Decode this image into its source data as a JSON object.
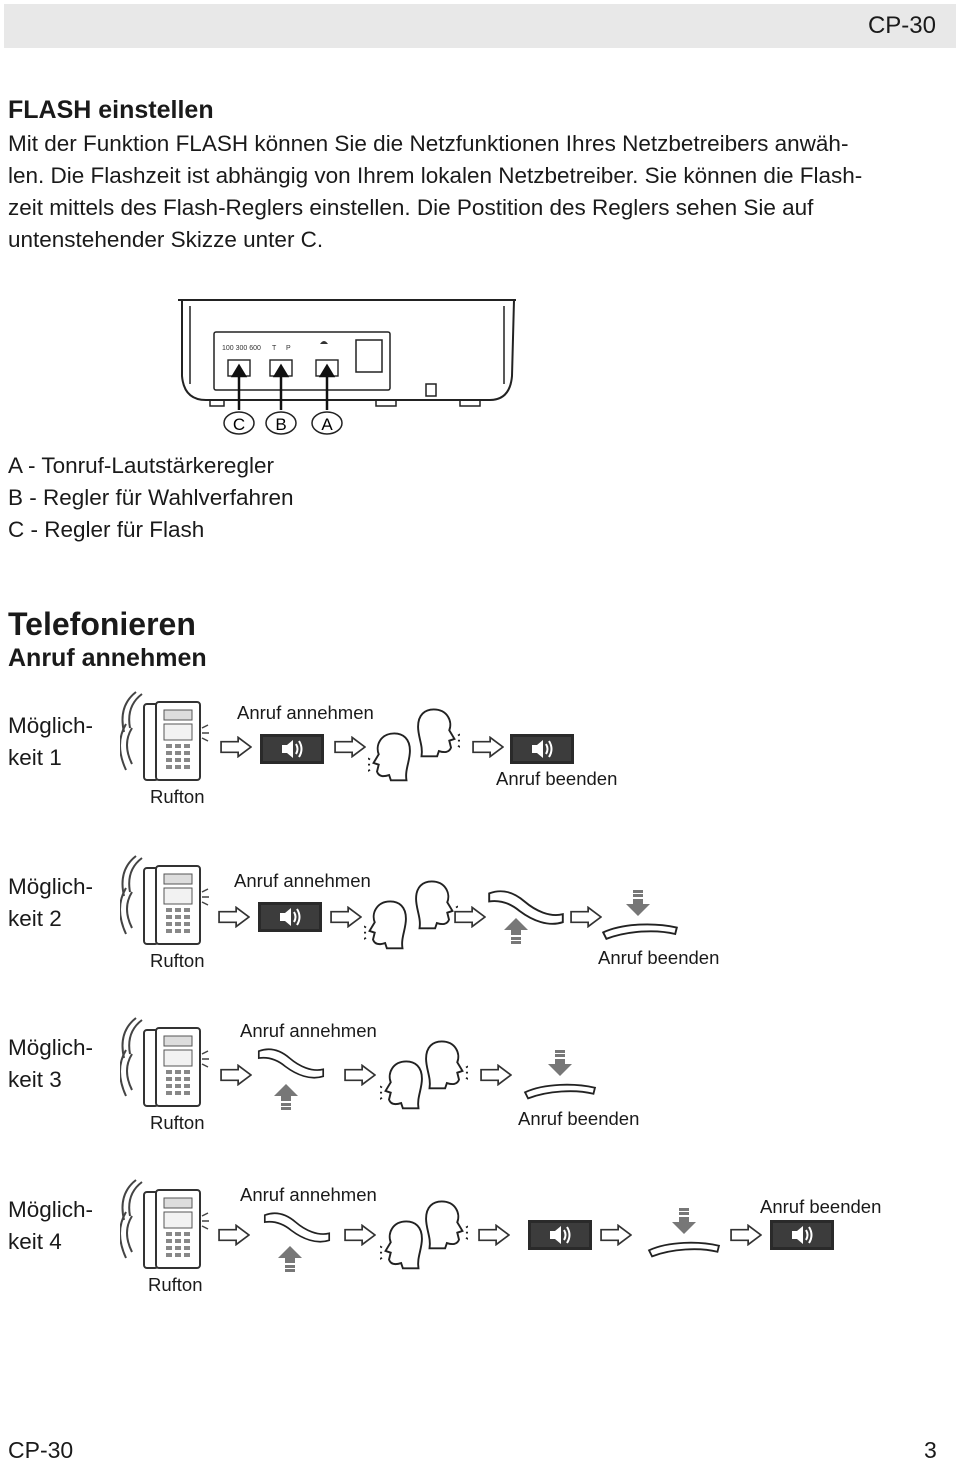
{
  "header": {
    "title": "CP-30"
  },
  "flash": {
    "heading": "FLASH einstellen",
    "lines": [
      "Mit der Funktion FLASH können Sie die Netzfunktionen Ihres Netzbetreibers anwäh-",
      "len. Die Flashzeit ist abhängig von Ihrem lokalen Netzbetreiber. Sie können die Flash-",
      "zeit mittels des Flash-Reglers einstellen. Die Postition des Reglers sehen Sie auf",
      "untenstehender Skizze unter C."
    ]
  },
  "diagram": {
    "labels": [
      "C",
      "B",
      "A"
    ],
    "switch_texts": [
      "100 300 600",
      "T",
      "P"
    ]
  },
  "legend": [
    "A - Tonruf-Lautstärkeregler",
    "B - Regler für Wahlverfahren",
    "C - Regler für Flash"
  ],
  "telefonieren": {
    "heading": "Telefonieren",
    "subheading": "Anruf annehmen"
  },
  "options": [
    {
      "line1": "Möglich-",
      "line2": "keit 1",
      "rufton": "Rufton",
      "accept": "Anruf annehmen",
      "end": "Anruf beenden"
    },
    {
      "line1": "Möglich-",
      "line2": "keit 2",
      "rufton": "Rufton",
      "accept": "Anruf annehmen",
      "end": "Anruf beenden"
    },
    {
      "line1": "Möglich-",
      "line2": "keit 3",
      "rufton": "Rufton",
      "accept": "Anruf annehmen",
      "end": "Anruf beenden"
    },
    {
      "line1": "Möglich-",
      "line2": "keit 4",
      "rufton": "Rufton",
      "accept": "Anruf annehmen",
      "end": "Anruf beenden"
    }
  ],
  "footer": {
    "left": "CP-30",
    "page": "3"
  }
}
